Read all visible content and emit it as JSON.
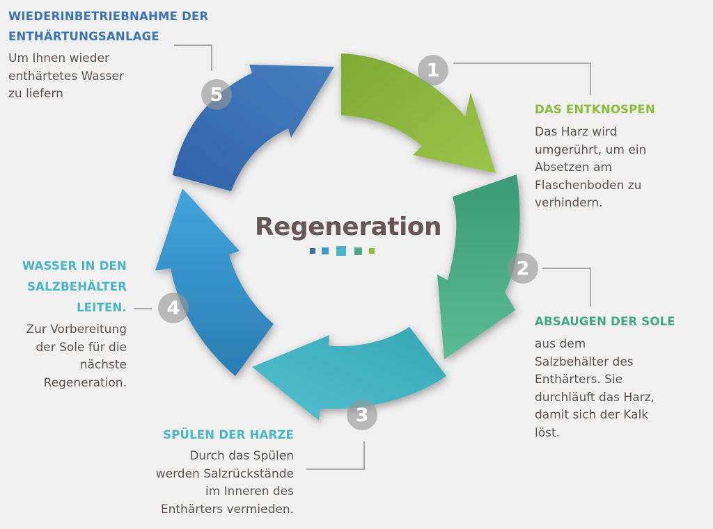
{
  "center": {
    "title": "Regeneration",
    "squares": [
      "#3a6fb3",
      "#3598d1",
      "#4db5c9",
      "#4aa98a",
      "#8fbc3a"
    ]
  },
  "steps": [
    {
      "number": "1",
      "title": "DAS ENTKNOSPEN",
      "description_lines": [
        "Das Harz wird",
        "umgerührt, um ein",
        "Absetzen am",
        "Flaschenboden zu",
        "verhindern."
      ],
      "color": "#8dbb3c"
    },
    {
      "number": "2",
      "title": "ABSAUGEN DER SOLE",
      "description_lines": [
        "aus dem",
        "Salzbehälter des",
        "Enthärters. Sie",
        "durchläuft das Harz,",
        "damit sich der Kalk",
        "löst."
      ],
      "color": "#40a885"
    },
    {
      "number": "3",
      "title": "SPÜLEN DER HARZE",
      "description_lines": [
        "Durch das Spülen",
        "werden Salzrückstände",
        "im Inneren des",
        "Enthärters vermieden."
      ],
      "color": "#48b6c9"
    },
    {
      "number": "4",
      "title_lines": [
        "WASSER IN DEN",
        "SALZBEHÄLTER",
        "LEITEN."
      ],
      "description_lines": [
        "Zur Vorbereitung",
        "der Sole für die",
        "nächste",
        "Regeneration."
      ],
      "color": "#4bb5c8"
    },
    {
      "number": "5",
      "title_lines": [
        "WIEDERINBETRIEBNAHME DER",
        "ENTHÄRTUNGSANLAGE"
      ],
      "description_lines": [
        "Um Ihnen wieder",
        "enthärtetes Wasser",
        "zu liefern"
      ],
      "color": "#3b73b8"
    }
  ]
}
